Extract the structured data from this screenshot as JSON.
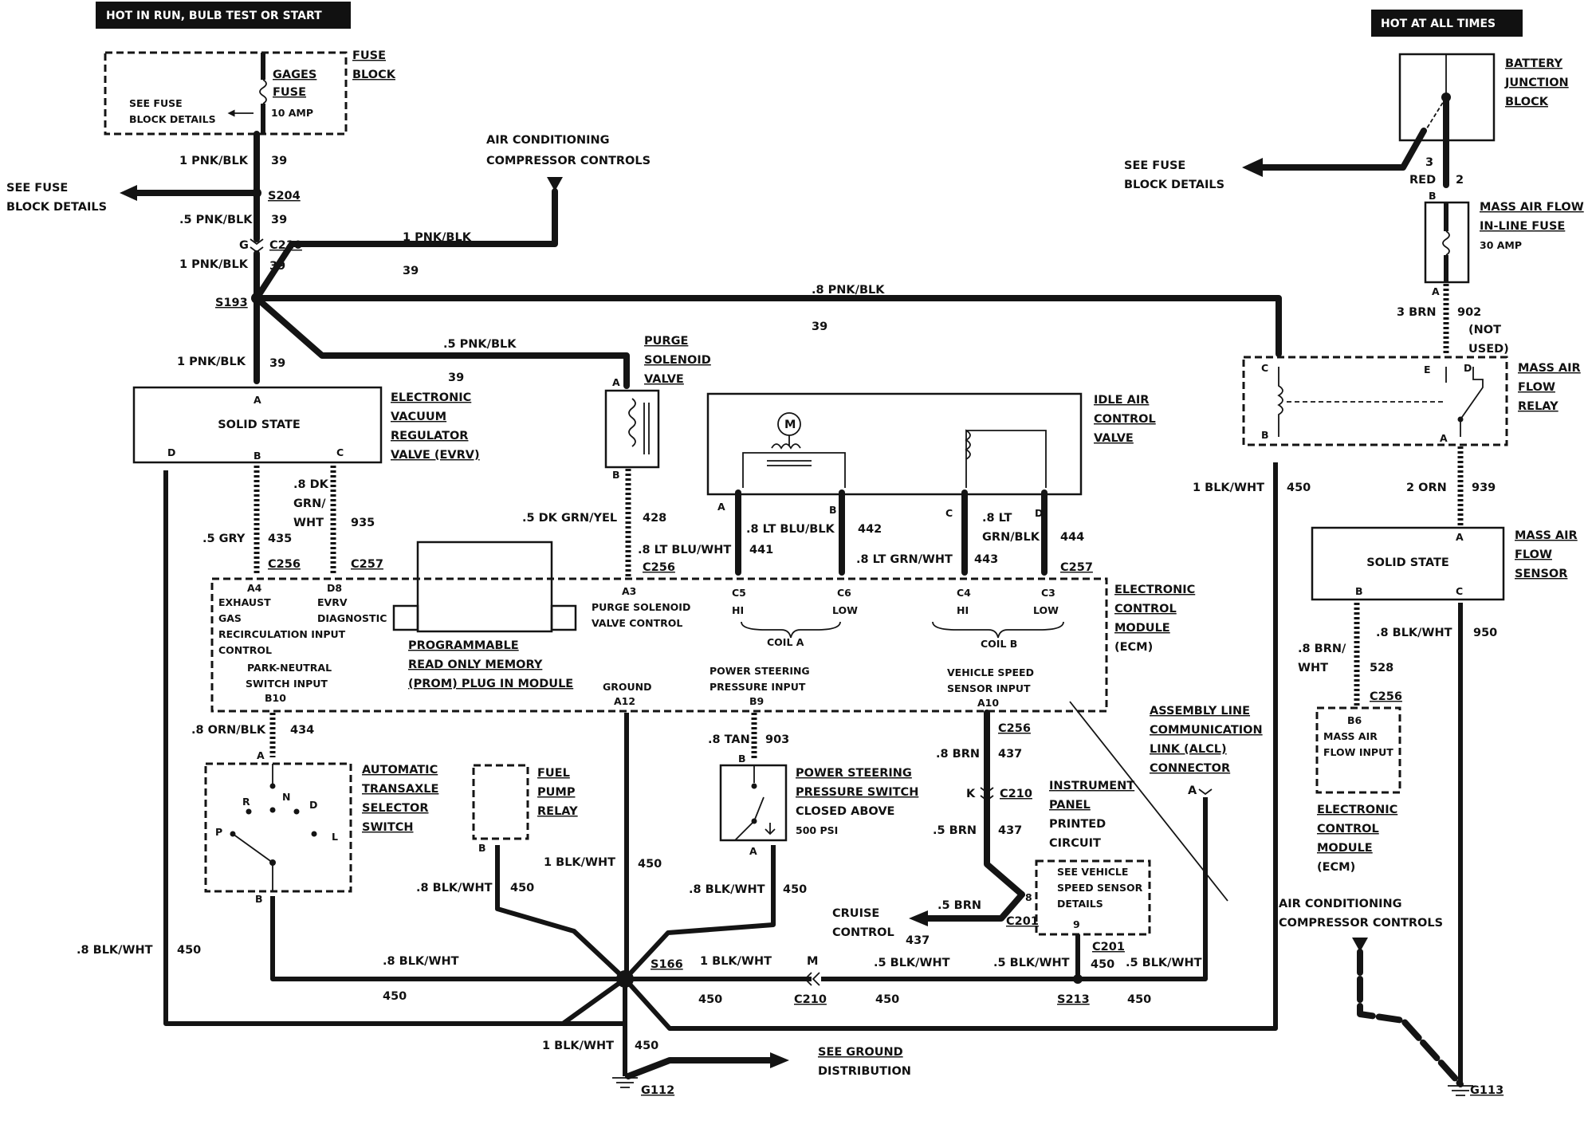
{
  "headers": {
    "hot_in_run": "HOT IN RUN, BULB TEST OR START",
    "hot_at_all_times": "HOT AT ALL TIMES"
  },
  "fuse_block": {
    "title": [
      "FUSE",
      "BLOCK"
    ],
    "fuse_name": [
      "GAGES",
      "FUSE"
    ],
    "fuse_rating": "10 AMP",
    "see_note": [
      "SEE FUSE",
      "BLOCK DETAILS"
    ]
  },
  "left_feed": {
    "see_fuse": [
      "SEE FUSE",
      "BLOCK DETAILS"
    ],
    "wire_1": "1 PNK/BLK",
    "circuit_1": "39",
    "splice_s204": "S204",
    "wire_2": ".5 PNK/BLK",
    "circuit_2": "39",
    "pin_g": "G",
    "conn_c210": "C210",
    "wire_3": "1 PNK/BLK",
    "circuit_3": "39",
    "splice_s193": "S193",
    "wire_4": "1 PNK/BLK",
    "circuit_4": "39"
  },
  "ac_top": {
    "label": [
      "AIR CONDITIONING",
      "COMPRESSOR CONTROLS"
    ],
    "wire": "1 PNK/BLK",
    "circuit": "39"
  },
  "purge_feed": {
    "wire": ".5 PNK/BLK",
    "circuit": "39"
  },
  "maf_feed": {
    "wire": ".8 PNK/BLK",
    "circuit": "39"
  },
  "evrv": {
    "body": "SOLID STATE",
    "pin_a": "A",
    "pin_b": "B",
    "pin_c": "C",
    "pin_d": "D",
    "title": [
      "ELECTRONIC",
      "VACUUM",
      "REGULATOR",
      "VALVE (EVRV)"
    ],
    "wire_b": ".5 GRY",
    "circuit_b": "435",
    "wire_c": [
      ".8 DK",
      "GRN/",
      "WHT"
    ],
    "circuit_c": "935",
    "conn_c256": "C256",
    "conn_c257": "C257"
  },
  "purge": {
    "title": [
      "PURGE",
      "SOLENOID",
      "VALVE"
    ],
    "pin_a": "A",
    "pin_b": "B",
    "wire": ".5 DK GRN/YEL",
    "circuit": "428"
  },
  "iac": {
    "title": [
      "IDLE AIR",
      "CONTROL",
      "VALVE"
    ],
    "motor": "M",
    "pin_a": "A",
    "pin_b": "B",
    "pin_c": "C",
    "pin_d": "D",
    "wire_a": ".8 LT BLU/WHT",
    "circuit_a": "441",
    "wire_b": ".8 LT BLU/BLK",
    "circuit_b": "442",
    "wire_c": ".8 LT GRN/WHT",
    "circuit_c": "443",
    "wire_d": [
      ".8 LT",
      "GRN/BLK"
    ],
    "circuit_d": "444",
    "conn_c256": "C256",
    "conn_c257": "C257"
  },
  "ecm": {
    "title": [
      "ELECTRONIC",
      "CONTROL",
      "MODULE",
      "(ECM)"
    ],
    "prom": [
      "PROGRAMMABLE",
      "READ ONLY MEMORY",
      "(PROM) PLUG IN MODULE"
    ],
    "pin_a4": "A4",
    "egr": [
      "EXHAUST",
      "GAS",
      "RECIRCULATION INPUT",
      "CONTROL"
    ],
    "pin_d8": "D8",
    "evrv_diag": [
      "EVRV",
      "DIAGNOSTIC"
    ],
    "pin_a3": "A3",
    "purge_ctrl": [
      "PURGE SOLENOID",
      "VALVE CONTROL"
    ],
    "pin_c5": "C5",
    "pin_c6": "C6",
    "hi": "HI",
    "low": "LOW",
    "coil_a": "COIL A",
    "pin_c4": "C4",
    "pin_c3": "C3",
    "coil_b": "COIL B",
    "park_neutral": [
      "PARK-NEUTRAL",
      "SWITCH INPUT"
    ],
    "pin_b10": "B10",
    "ground": "GROUND",
    "pin_a12": "A12",
    "ps_input": [
      "POWER STEERING",
      "PRESSURE INPUT"
    ],
    "pin_b9": "B9",
    "vss_input": [
      "VEHICLE SPEED",
      "SENSOR INPUT"
    ],
    "pin_a10": "A10"
  },
  "transaxle": {
    "title": [
      "AUTOMATIC",
      "TRANSAXLE",
      "SELECTOR",
      "SWITCH"
    ],
    "wire": ".8 ORN/BLK",
    "circuit": "434",
    "pin_a": "A",
    "pin_b": "B",
    "pos_p": "P",
    "pos_r": "R",
    "pos_n": "N",
    "pos_d": "D",
    "pos_l": "L"
  },
  "fuel_pump": {
    "title": [
      "FUEL",
      "PUMP",
      "RELAY"
    ],
    "pin_b": "B"
  },
  "ps_switch": {
    "title": [
      "POWER STEERING",
      "PRESSURE SWITCH",
      "CLOSED ABOVE",
      "500 PSI"
    ],
    "wire": ".8 TAN",
    "circuit": "903",
    "pin_b": "B",
    "pin_a": "A"
  },
  "vss": {
    "conn_c256": "C256",
    "wire_1": ".8 BRN",
    "circuit_1": "437",
    "pin_k": "K",
    "conn_c210": "C210",
    "wire_2": ".5 BRN",
    "circuit_2": "437",
    "ipc": [
      "INSTRUMENT",
      "PANEL",
      "PRINTED",
      "CIRCUIT"
    ],
    "see_vss": [
      "SEE VEHICLE",
      "SPEED SENSOR",
      "DETAILS"
    ],
    "pin_8": "8",
    "pin_9": "9",
    "conn_c201": "C201",
    "cruise": [
      "CRUISE",
      "CONTROL"
    ],
    "cruise_wire": ".5 BRN",
    "cruise_circuit": "437"
  },
  "alcl": {
    "title": [
      "ASSEMBLY LINE",
      "COMMUNICATION",
      "LINK (ALCL)",
      "CONNECTOR"
    ],
    "pin_a": "A"
  },
  "ground_net": {
    "left_wire": ".8 BLK/WHT",
    "left_circuit": "450",
    "trans_wire": ".8 BLK/WHT",
    "trans_circuit": "450",
    "fuel_wire": ".8 BLK/WHT",
    "fuel_circuit": "450",
    "a12_wire": "1 BLK/WHT",
    "a12_circuit": "450",
    "ps_wire": ".8 BLK/WHT",
    "ps_circuit": "450",
    "s166": "S166",
    "c210_wire": "1 BLK/WHT",
    "c210_pin": "M",
    "c210": "C210",
    "c210_circuit": "450",
    "mid_wire": ".5 BLK/WHT",
    "mid_circuit": "450",
    "c201_wire": ".5 BLK/WHT",
    "c201": "C201",
    "c201_circuit": "450",
    "s213": "S213",
    "alcl_wire": ".5 BLK/WHT",
    "alcl_circuit": "450",
    "bottom_wire": "1 BLK/WHT",
    "bottom_circuit": "450",
    "g112": "G112",
    "see_ground": [
      "SEE GROUND",
      "DISTRIBUTION"
    ],
    "relay_wire": "1 BLK/WHT",
    "relay_circuit": "450"
  },
  "battery": {
    "title": [
      "BATTERY",
      "JUNCTION",
      "BLOCK"
    ],
    "see_fuse": [
      "SEE FUSE",
      "BLOCK DETAILS"
    ],
    "wire_3": "3",
    "wire_red": "RED",
    "pin_2": "2"
  },
  "maf_fuse": {
    "pin_b": "B",
    "pin_a": "A",
    "title": [
      "MASS AIR FLOW",
      "IN-LINE FUSE"
    ],
    "rating": "30 AMP",
    "wire": "3 BRN",
    "circuit": "902",
    "not_used": [
      "(NOT",
      "USED)"
    ]
  },
  "maf_relay": {
    "title": [
      "MASS AIR",
      "FLOW",
      "RELAY"
    ],
    "pin_c": "C",
    "pin_b": "B",
    "pin_e": "E",
    "pin_d": "D",
    "pin_a": "A",
    "wire": "2 ORN",
    "circuit": "939"
  },
  "maf_sensor": {
    "title": [
      "MASS AIR",
      "FLOW",
      "SENSOR"
    ],
    "body": "SOLID STATE",
    "pin_a": "A",
    "pin_b": "B",
    "pin_c": "C",
    "wire_b": [
      ".8 BRN/",
      "WHT"
    ],
    "circuit_b": "528",
    "wire_c": ".8 BLK/WHT",
    "circuit_c": "950",
    "conn_c256": "C256"
  },
  "ecm_right": {
    "pin_b6": "B6",
    "input": [
      "MASS AIR",
      "FLOW INPUT"
    ],
    "title": [
      "ELECTRONIC",
      "CONTROL",
      "MODULE",
      "(ECM)"
    ]
  },
  "ac_bottom": {
    "label": [
      "AIR CONDITIONING",
      "COMPRESSOR CONTROLS"
    ],
    "g113": "G113"
  }
}
